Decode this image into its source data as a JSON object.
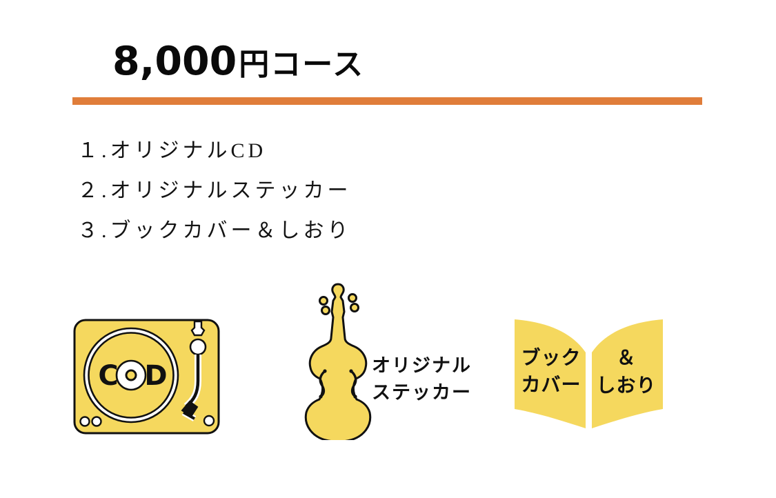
{
  "page": {
    "background_color": "#ffffff",
    "accent_orange": "#E07D3A",
    "accent_yellow": "#F5D85E",
    "ink_color": "#111111"
  },
  "header": {
    "price_number": "8,000",
    "price_suffix": "円コース"
  },
  "list": {
    "items": [
      "１.オリジナルCD",
      "２.オリジナルステッカー",
      "３.ブックカバー＆しおり"
    ]
  },
  "illustrations": {
    "turntable": {
      "letter_left": "C",
      "letter_right": "D"
    },
    "sticker": {
      "label_line1": "オリジナル",
      "label_line2": "ステッカー"
    },
    "book": {
      "left_page_line1": "ブック",
      "left_page_line2": "カバー",
      "right_page_line1": "＆",
      "right_page_line2": "しおり"
    }
  }
}
